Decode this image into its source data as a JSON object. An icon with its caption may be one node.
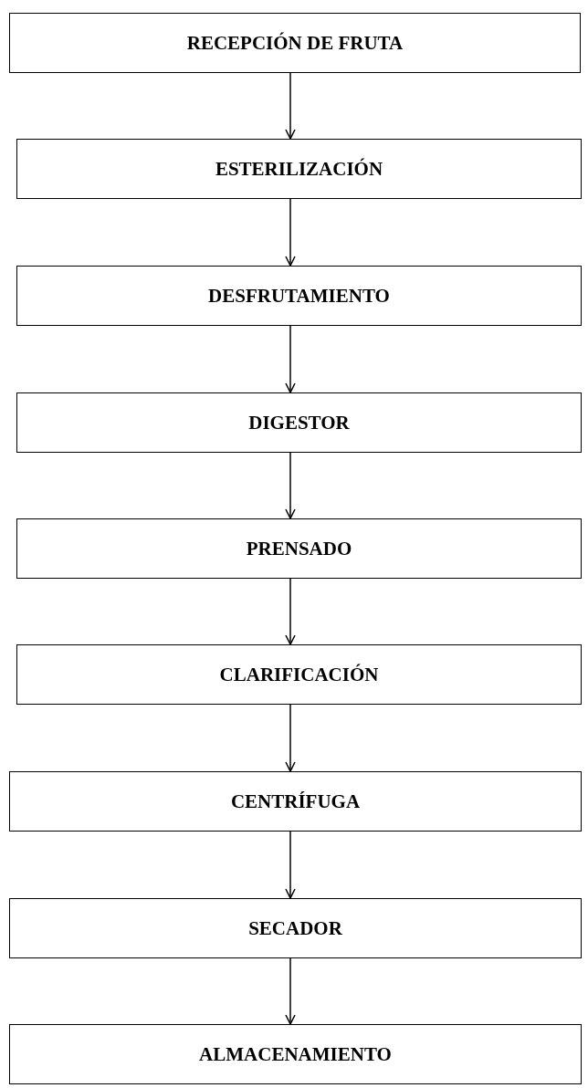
{
  "diagram": {
    "nodes": [
      {
        "text": [
          "RECEPCIÓN DE FRUTA"
        ]
      },
      {
        "text": [
          "ESTERILIZACIÓN"
        ]
      },
      {
        "text": [
          "DESFRUTAMIENTO"
        ]
      },
      {
        "text": [
          "DIGESTOR"
        ]
      },
      {
        "text": [
          "PRENSADO"
        ]
      },
      {
        "text": [
          "CLARIFICACIÓN"
        ]
      },
      {
        "text": [
          "CENTRÍFUGA"
        ]
      },
      {
        "text": [
          "SECADOR"
        ]
      },
      {
        "text": [
          "ALMACENAMIENTO"
        ]
      }
    ],
    "edges": [
      {
        "from": 0,
        "to": 1,
        "arrow": "to"
      },
      {
        "from": 1,
        "to": 2,
        "arrow": "to"
      },
      {
        "from": 2,
        "to": 3,
        "arrow": "to"
      },
      {
        "from": 3,
        "to": 4,
        "arrow": "to"
      },
      {
        "from": 4,
        "to": 5,
        "arrow": "to"
      },
      {
        "from": 5,
        "to": 6,
        "arrow": "to"
      },
      {
        "from": 6,
        "to": 7,
        "arrow": "to"
      },
      {
        "from": 7,
        "to": 8,
        "arrow": "to"
      }
    ]
  }
}
